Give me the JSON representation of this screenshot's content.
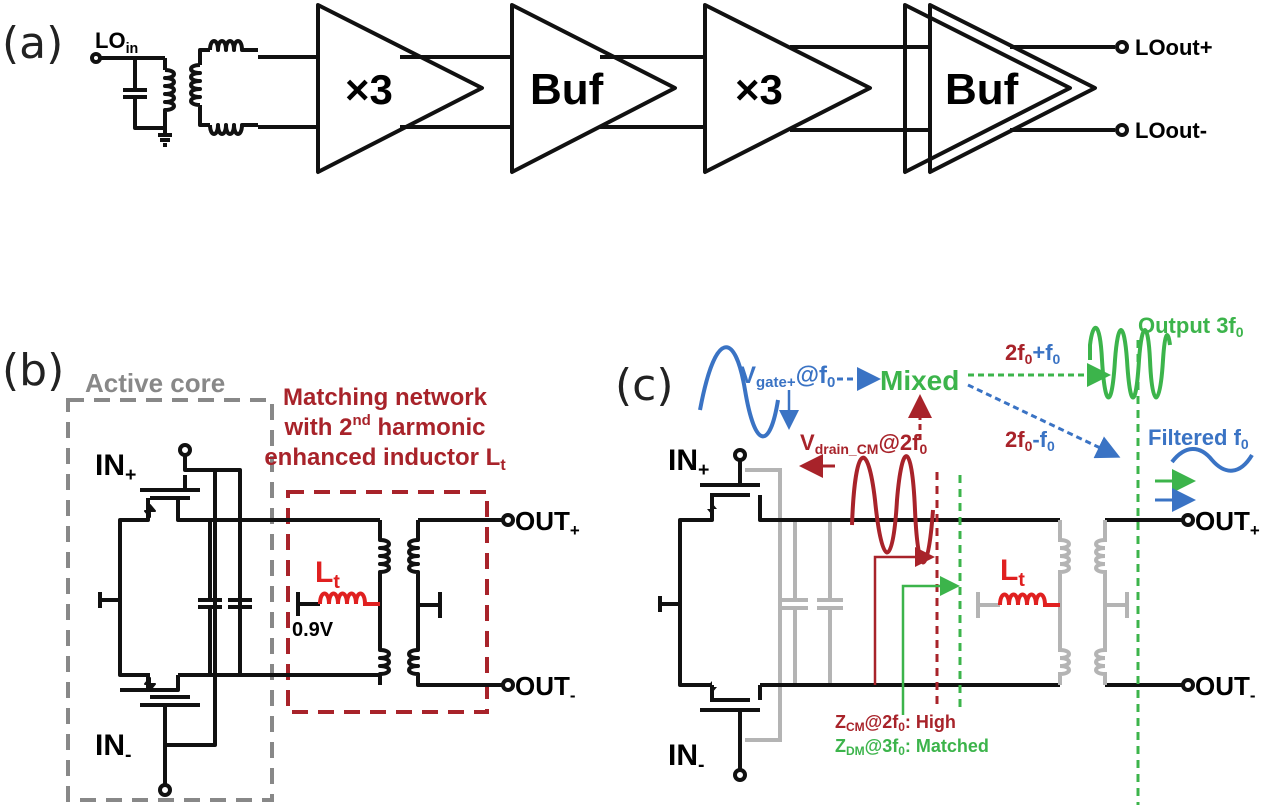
{
  "panels": {
    "a": {
      "label": "(a)",
      "lo_in": {
        "main": "LO",
        "sub": "in"
      },
      "blocks": [
        "×3",
        "Buf",
        "×3",
        "Buf"
      ],
      "lo_out_plus": "LOout+",
      "lo_out_minus": "LOout-"
    },
    "b": {
      "label": "(b)",
      "active_core": "Active core",
      "matching_title": [
        "Matching network",
        "with 2",
        "nd",
        " harmonic",
        "enhanced inductor L",
        "t"
      ],
      "in_plus": {
        "main": "IN",
        "sub": "+"
      },
      "in_minus": {
        "main": "IN",
        "sub": "-"
      },
      "out_plus": {
        "main": "OUT",
        "sub": "+"
      },
      "out_minus": {
        "main": "OUT",
        "sub": "-"
      },
      "lt": {
        "main": "L",
        "sub": "t"
      },
      "bias": "0.9V"
    },
    "c": {
      "label": "(c)",
      "vgate": [
        "V",
        "gate+",
        "@f",
        "0"
      ],
      "mixed": "Mixed",
      "vdrain": [
        "V",
        "drain_CM",
        "@2f",
        "0"
      ],
      "sum": [
        "2f",
        "0",
        "+f",
        "0"
      ],
      "diff": [
        "2f",
        "0",
        "-f",
        "0"
      ],
      "output": [
        "Output 3f",
        "0"
      ],
      "filtered": [
        "Filtered f",
        "0"
      ],
      "zcm": [
        "Z",
        "CM",
        "@2f",
        "0",
        ": High"
      ],
      "zdm": [
        "Z",
        "DM",
        "@3f",
        "0",
        ": Matched"
      ],
      "in_plus": {
        "main": "IN",
        "sub": "+"
      },
      "in_minus": {
        "main": "IN",
        "sub": "-"
      },
      "out_plus": {
        "main": "OUT",
        "sub": "+"
      },
      "out_minus": {
        "main": "OUT",
        "sub": "-"
      },
      "lt": {
        "main": "L",
        "sub": "t"
      }
    }
  },
  "colors": {
    "red": "#e02020",
    "darkred": "#a8232a",
    "green": "#3cb44b",
    "blue": "#3a73c4",
    "gray": "#b4b4b4",
    "boxgray": "#888888"
  }
}
